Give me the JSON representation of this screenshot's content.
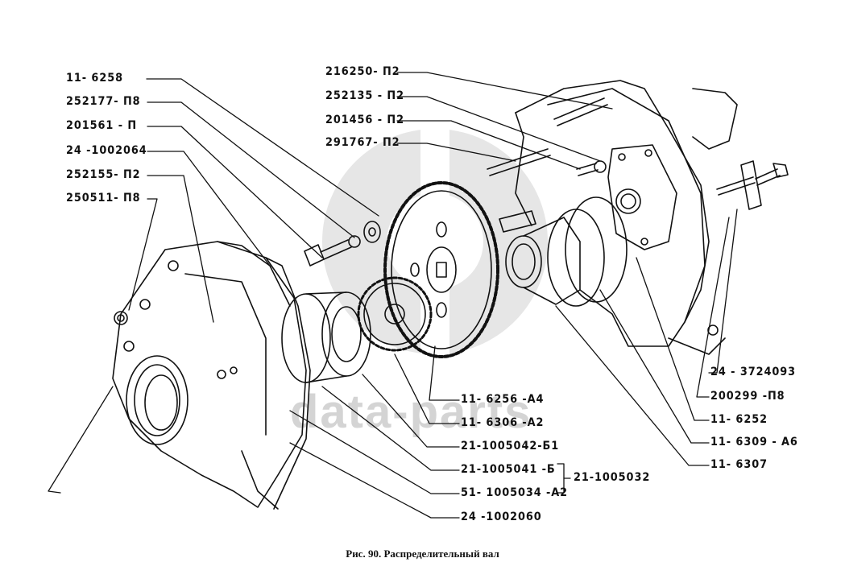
{
  "caption": "Рис. 90. Распределительный вал",
  "watermark": "data-parts",
  "colors": {
    "ink": "#111111",
    "watermark": "#d4d4d4",
    "background": "#ffffff"
  },
  "labels_left": [
    {
      "id": "11-6258",
      "text": "11- 6258"
    },
    {
      "id": "252177-П8",
      "text": "252177- П8"
    },
    {
      "id": "201561-П",
      "text": "201561 - П"
    },
    {
      "id": "24-1002064",
      "text": "24 -1002064"
    },
    {
      "id": "252155-П2",
      "text": "252155- П2"
    },
    {
      "id": "250511-П8",
      "text": "250511- П8"
    }
  ],
  "labels_top": [
    {
      "id": "216250-П2",
      "text": "216250- П2"
    },
    {
      "id": "252135-П2",
      "text": "252135 - П2"
    },
    {
      "id": "201456-П2",
      "text": "201456 - П2"
    },
    {
      "id": "291767-П2",
      "text": "291767- П2"
    }
  ],
  "labels_bottom": [
    {
      "id": "11-6256-А4",
      "text": "11- 6256 -А4"
    },
    {
      "id": "11-6306-А2",
      "text": "11- 6306 -А2"
    },
    {
      "id": "21-1005042-Б1",
      "text": "21-1005042-Б1"
    },
    {
      "id": "21-1005041-Б",
      "text": "21-1005041 -Б"
    },
    {
      "id": "51-1005034-А2",
      "text": "51- 1005034 -А2"
    },
    {
      "id": "24-1002060",
      "text": "24 -1002060"
    }
  ],
  "group_label": {
    "id": "21-1005032",
    "text": "21-1005032"
  },
  "labels_right": [
    {
      "id": "24-3724093",
      "text": "24 - 3724093"
    },
    {
      "id": "200299-П8",
      "text": "200299 -П8"
    },
    {
      "id": "11-6252",
      "text": "11- 6252"
    },
    {
      "id": "11-6309-А6",
      "text": "11- 6309 - А6"
    },
    {
      "id": "11-6307",
      "text": "11- 6307"
    }
  ]
}
